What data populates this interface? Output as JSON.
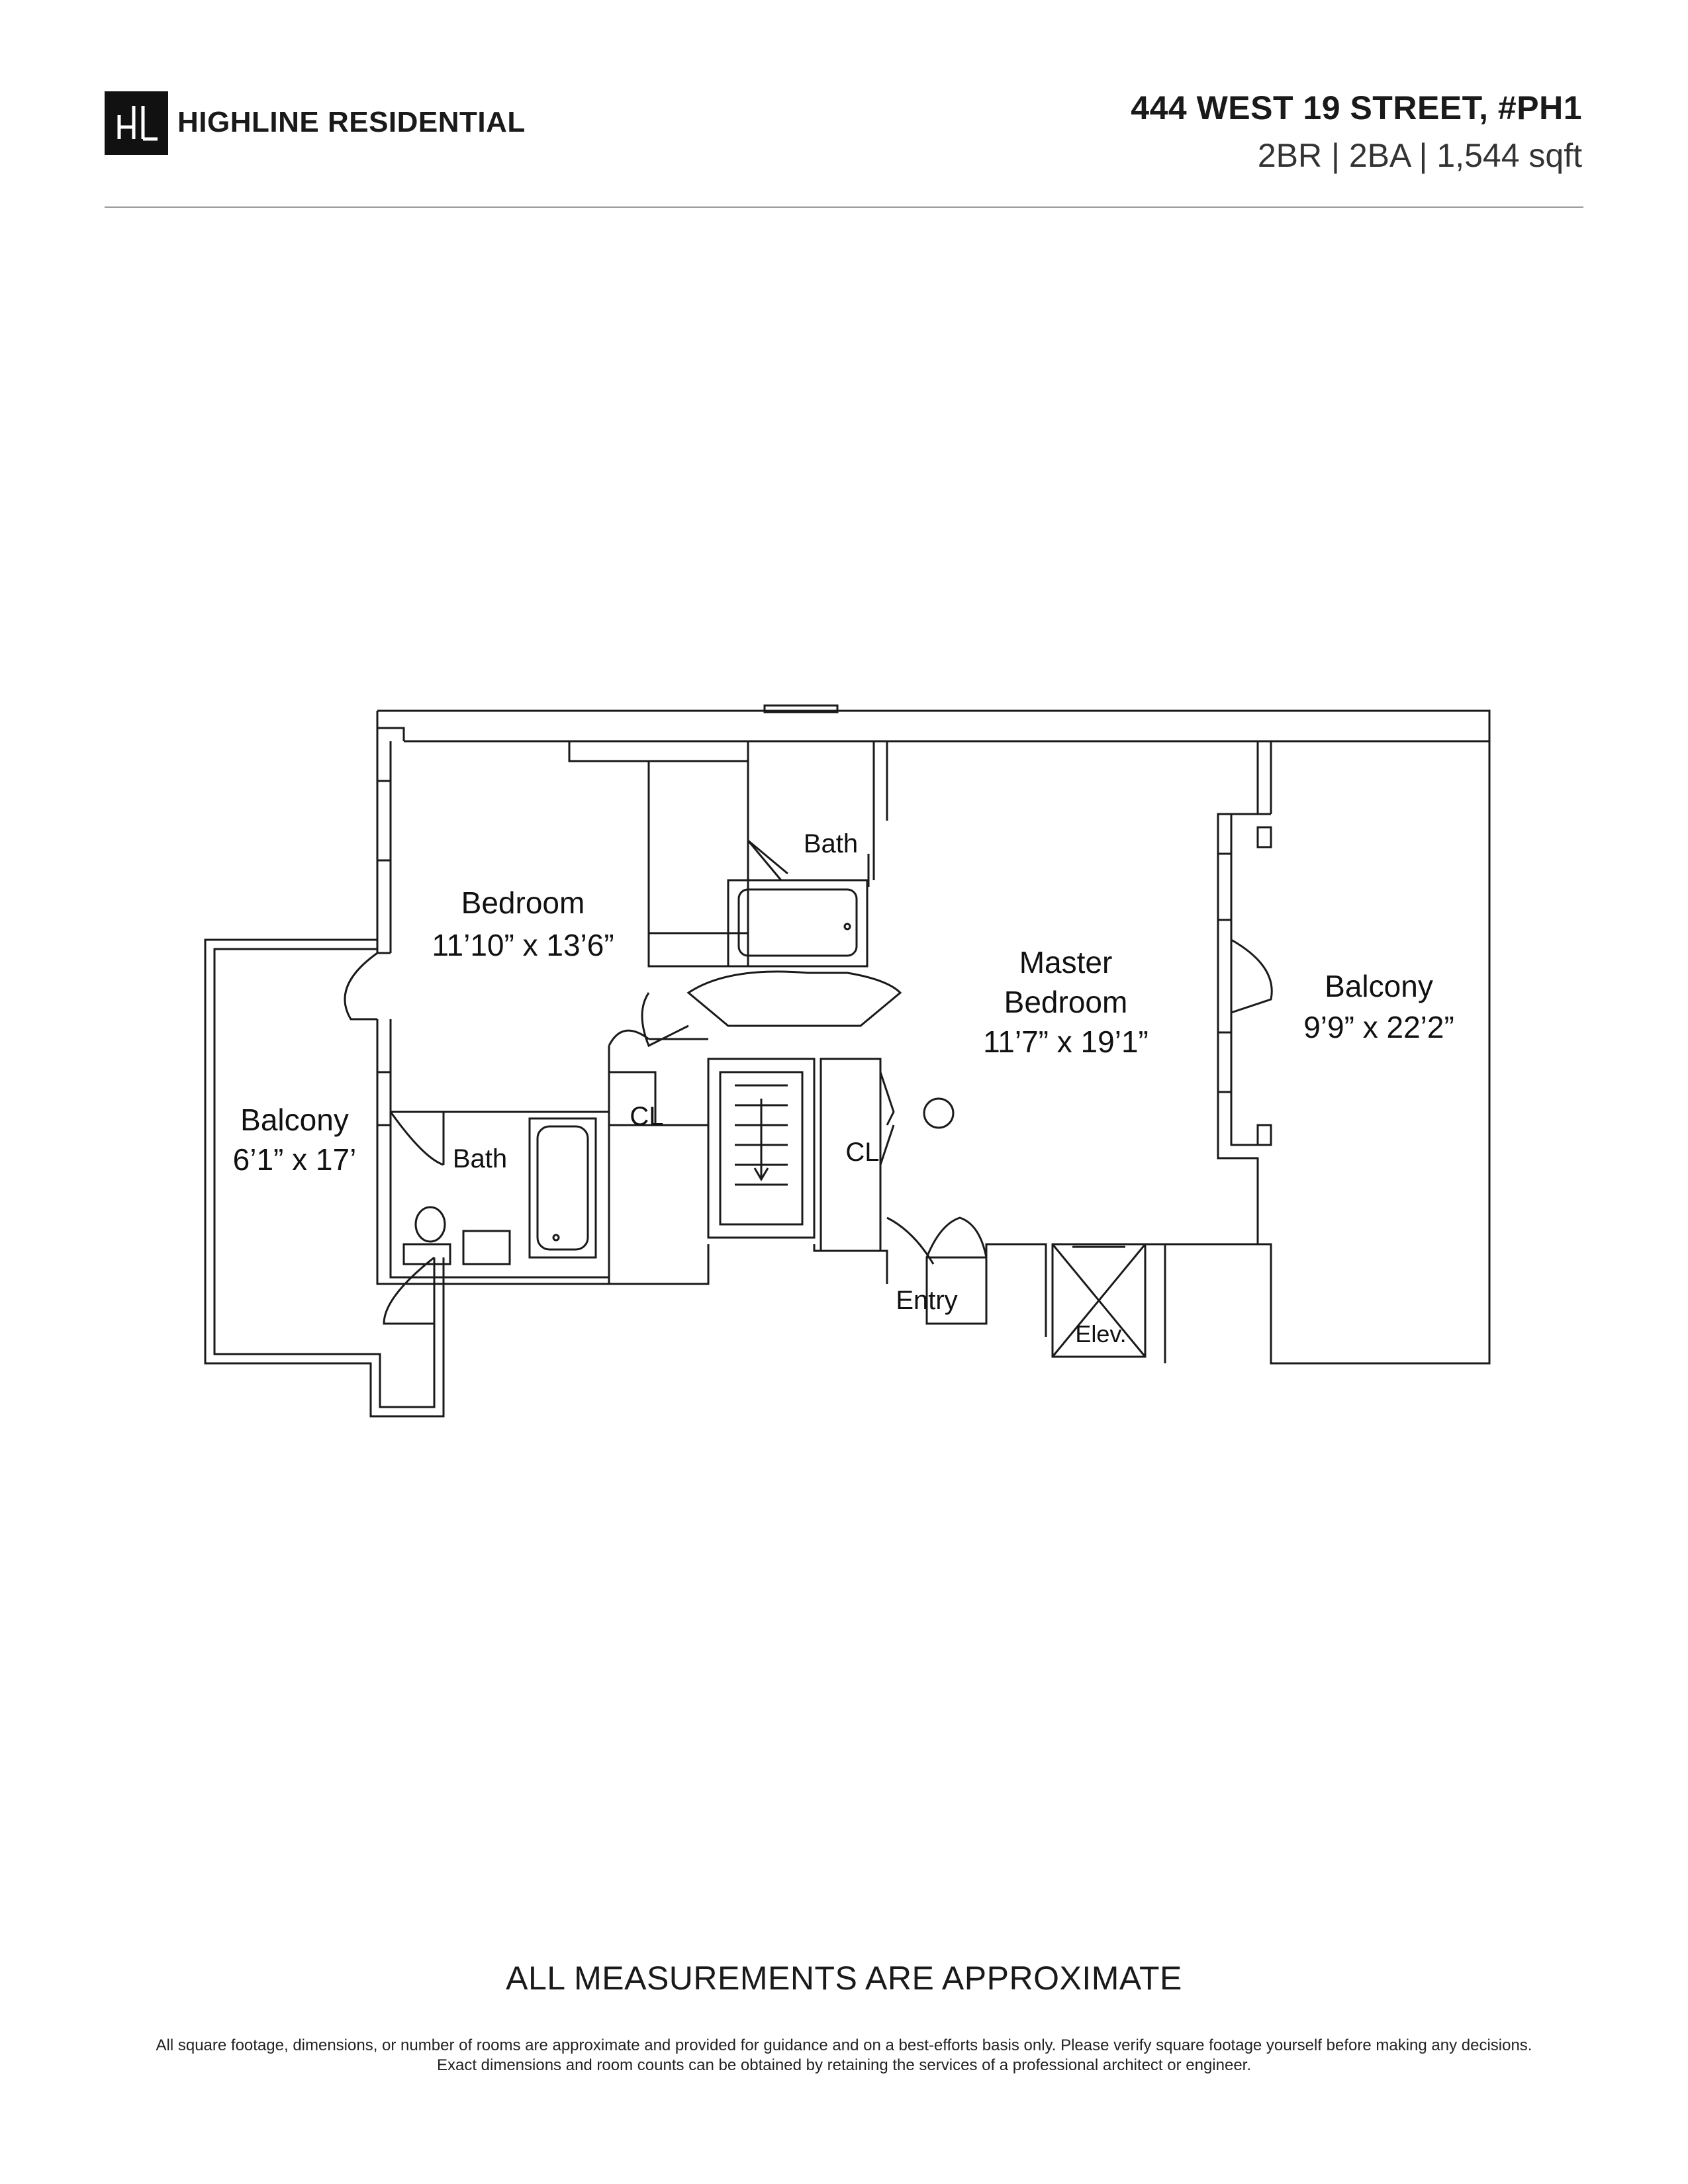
{
  "header": {
    "logo_letters": "HL",
    "brand_name": "HIGHLINE RESIDENTIAL",
    "address": "444 WEST 19 STREET, #PH1",
    "specs": "2BR | 2BA | 1,544 sqft"
  },
  "floorplan": {
    "bedroom": {
      "name": "Bedroom",
      "size": "11’10” x 13’6”"
    },
    "bath_top": {
      "name": "Bath"
    },
    "master_bedroom": {
      "name_line1": "Master",
      "name_line2": "Bedroom",
      "size": "11’7” x 19’1”"
    },
    "balcony_right": {
      "name": "Balcony",
      "size": "9’9” x 22’2”"
    },
    "balcony_left": {
      "name": "Balcony",
      "size": "6’1” x 17’"
    },
    "bath_lower": {
      "name": "Bath"
    },
    "closet_left": {
      "name": "CL"
    },
    "closet_right": {
      "name": "CL"
    },
    "entry": {
      "name": "Entry"
    },
    "elevator": {
      "name": "Elev."
    }
  },
  "footer": {
    "heading": "ALL MEASUREMENTS ARE APPROXIMATE",
    "disclaimer": "All square footage, dimensions, or number of rooms are approximate and provided for guidance and on a best-efforts basis only. Please verify square footage yourself before making any decisions. Exact dimensions and room counts can be obtained by retaining the services of a professional architect or engineer."
  }
}
